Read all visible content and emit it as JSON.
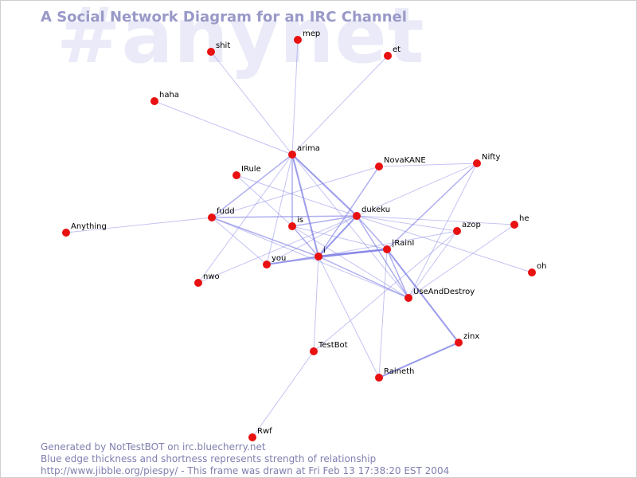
{
  "watermark": "#anynet",
  "title": "A Social Network Diagram for an IRC Channel",
  "footer": {
    "line1": "Generated by NotTestBOT on irc.bluecherry.net",
    "line2": "Blue edge thickness and shortness represents strength of relationship",
    "line3": "http://www.jibble.org/piespy/ - This frame was drawn at Fri Feb 13 17:38:20 EST 2004"
  },
  "colors": {
    "edge": "#8080e6",
    "node": "#e81010",
    "title": "#9999c8",
    "watermark": "#eaeaf8",
    "footer": "#7f7fb0"
  },
  "nodes": [
    {
      "id": "shit",
      "label": "shit"
    },
    {
      "id": "mep",
      "label": "mep"
    },
    {
      "id": "et",
      "label": "et"
    },
    {
      "id": "haha",
      "label": "haha"
    },
    {
      "id": "arima",
      "label": "arima"
    },
    {
      "id": "IRule",
      "label": "IRule"
    },
    {
      "id": "NovaKANE",
      "label": "NovaKANE"
    },
    {
      "id": "Nifty",
      "label": "Nifty"
    },
    {
      "id": "fudd",
      "label": "fudd"
    },
    {
      "id": "is",
      "label": "is"
    },
    {
      "id": "dukeku",
      "label": "dukeku"
    },
    {
      "id": "azop",
      "label": "azop"
    },
    {
      "id": "he",
      "label": "he"
    },
    {
      "id": "Anything",
      "label": "Anything"
    },
    {
      "id": "i",
      "label": "i"
    },
    {
      "id": "IRainI",
      "label": "|RainI"
    },
    {
      "id": "you",
      "label": "you"
    },
    {
      "id": "nwo",
      "label": "nwo"
    },
    {
      "id": "oh",
      "label": "oh"
    },
    {
      "id": "UseAndDestroy",
      "label": "UseAndDestroy"
    },
    {
      "id": "zinx",
      "label": "zinx"
    },
    {
      "id": "TestBot",
      "label": "TestBot"
    },
    {
      "id": "Raineth",
      "label": "Raineth"
    },
    {
      "id": "Rwf",
      "label": "Rwf"
    }
  ],
  "edges": [
    {
      "source": "arima",
      "target": "shit",
      "weight": 1
    },
    {
      "source": "arima",
      "target": "mep",
      "weight": 1
    },
    {
      "source": "arima",
      "target": "et",
      "weight": 1
    },
    {
      "source": "arima",
      "target": "haha",
      "weight": 1
    },
    {
      "source": "arima",
      "target": "fudd",
      "weight": 2
    },
    {
      "source": "arima",
      "target": "is",
      "weight": 2
    },
    {
      "source": "arima",
      "target": "i",
      "weight": 3
    },
    {
      "source": "arima",
      "target": "dukeku",
      "weight": 3
    },
    {
      "source": "arima",
      "target": "you",
      "weight": 1
    },
    {
      "source": "arima",
      "target": "nwo",
      "weight": 1
    },
    {
      "source": "arima",
      "target": "UseAndDestroy",
      "weight": 1
    },
    {
      "source": "IRule",
      "target": "is",
      "weight": 1
    },
    {
      "source": "IRule",
      "target": "dukeku",
      "weight": 1
    },
    {
      "source": "NovaKANE",
      "target": "i",
      "weight": 2
    },
    {
      "source": "NovaKANE",
      "target": "fudd",
      "weight": 1
    },
    {
      "source": "NovaKANE",
      "target": "Nifty",
      "weight": 1
    },
    {
      "source": "Nifty",
      "target": "IRainI",
      "weight": 2
    },
    {
      "source": "Nifty",
      "target": "dukeku",
      "weight": 1
    },
    {
      "source": "Nifty",
      "target": "UseAndDestroy",
      "weight": 1
    },
    {
      "source": "Anything",
      "target": "fudd",
      "weight": 1
    },
    {
      "source": "fudd",
      "target": "dukeku",
      "weight": 2
    },
    {
      "source": "fudd",
      "target": "i",
      "weight": 2
    },
    {
      "source": "fudd",
      "target": "you",
      "weight": 1
    },
    {
      "source": "fudd",
      "target": "UseAndDestroy",
      "weight": 1
    },
    {
      "source": "is",
      "target": "dukeku",
      "weight": 2
    },
    {
      "source": "is",
      "target": "i",
      "weight": 2
    },
    {
      "source": "is",
      "target": "UseAndDestroy",
      "weight": 1
    },
    {
      "source": "is",
      "target": "IRainI",
      "weight": 1
    },
    {
      "source": "dukeku",
      "target": "i",
      "weight": 3
    },
    {
      "source": "dukeku",
      "target": "IRainI",
      "weight": 2
    },
    {
      "source": "dukeku",
      "target": "UseAndDestroy",
      "weight": 2
    },
    {
      "source": "dukeku",
      "target": "he",
      "weight": 1
    },
    {
      "source": "dukeku",
      "target": "oh",
      "weight": 1
    },
    {
      "source": "dukeku",
      "target": "azop",
      "weight": 1
    },
    {
      "source": "dukeku",
      "target": "you",
      "weight": 1
    },
    {
      "source": "dukeku",
      "target": "nwo",
      "weight": 1
    },
    {
      "source": "i",
      "target": "IRainI",
      "weight": 4
    },
    {
      "source": "i",
      "target": "UseAndDestroy",
      "weight": 2
    },
    {
      "source": "i",
      "target": "TestBot",
      "weight": 1
    },
    {
      "source": "i",
      "target": "Raineth",
      "weight": 1
    },
    {
      "source": "i",
      "target": "you",
      "weight": 3
    },
    {
      "source": "i",
      "target": "azop",
      "weight": 1
    },
    {
      "source": "IRainI",
      "target": "zinx",
      "weight": 3
    },
    {
      "source": "IRainI",
      "target": "UseAndDestroy",
      "weight": 2
    },
    {
      "source": "IRainI",
      "target": "Raineth",
      "weight": 1
    },
    {
      "source": "IRainI",
      "target": "you",
      "weight": 1
    },
    {
      "source": "UseAndDestroy",
      "target": "he",
      "weight": 1
    },
    {
      "source": "UseAndDestroy",
      "target": "azop",
      "weight": 1
    },
    {
      "source": "zinx",
      "target": "Raineth",
      "weight": 3
    },
    {
      "source": "TestBot",
      "target": "Rwf",
      "weight": 1
    },
    {
      "source": "TestBot",
      "target": "azop",
      "weight": 1
    }
  ]
}
